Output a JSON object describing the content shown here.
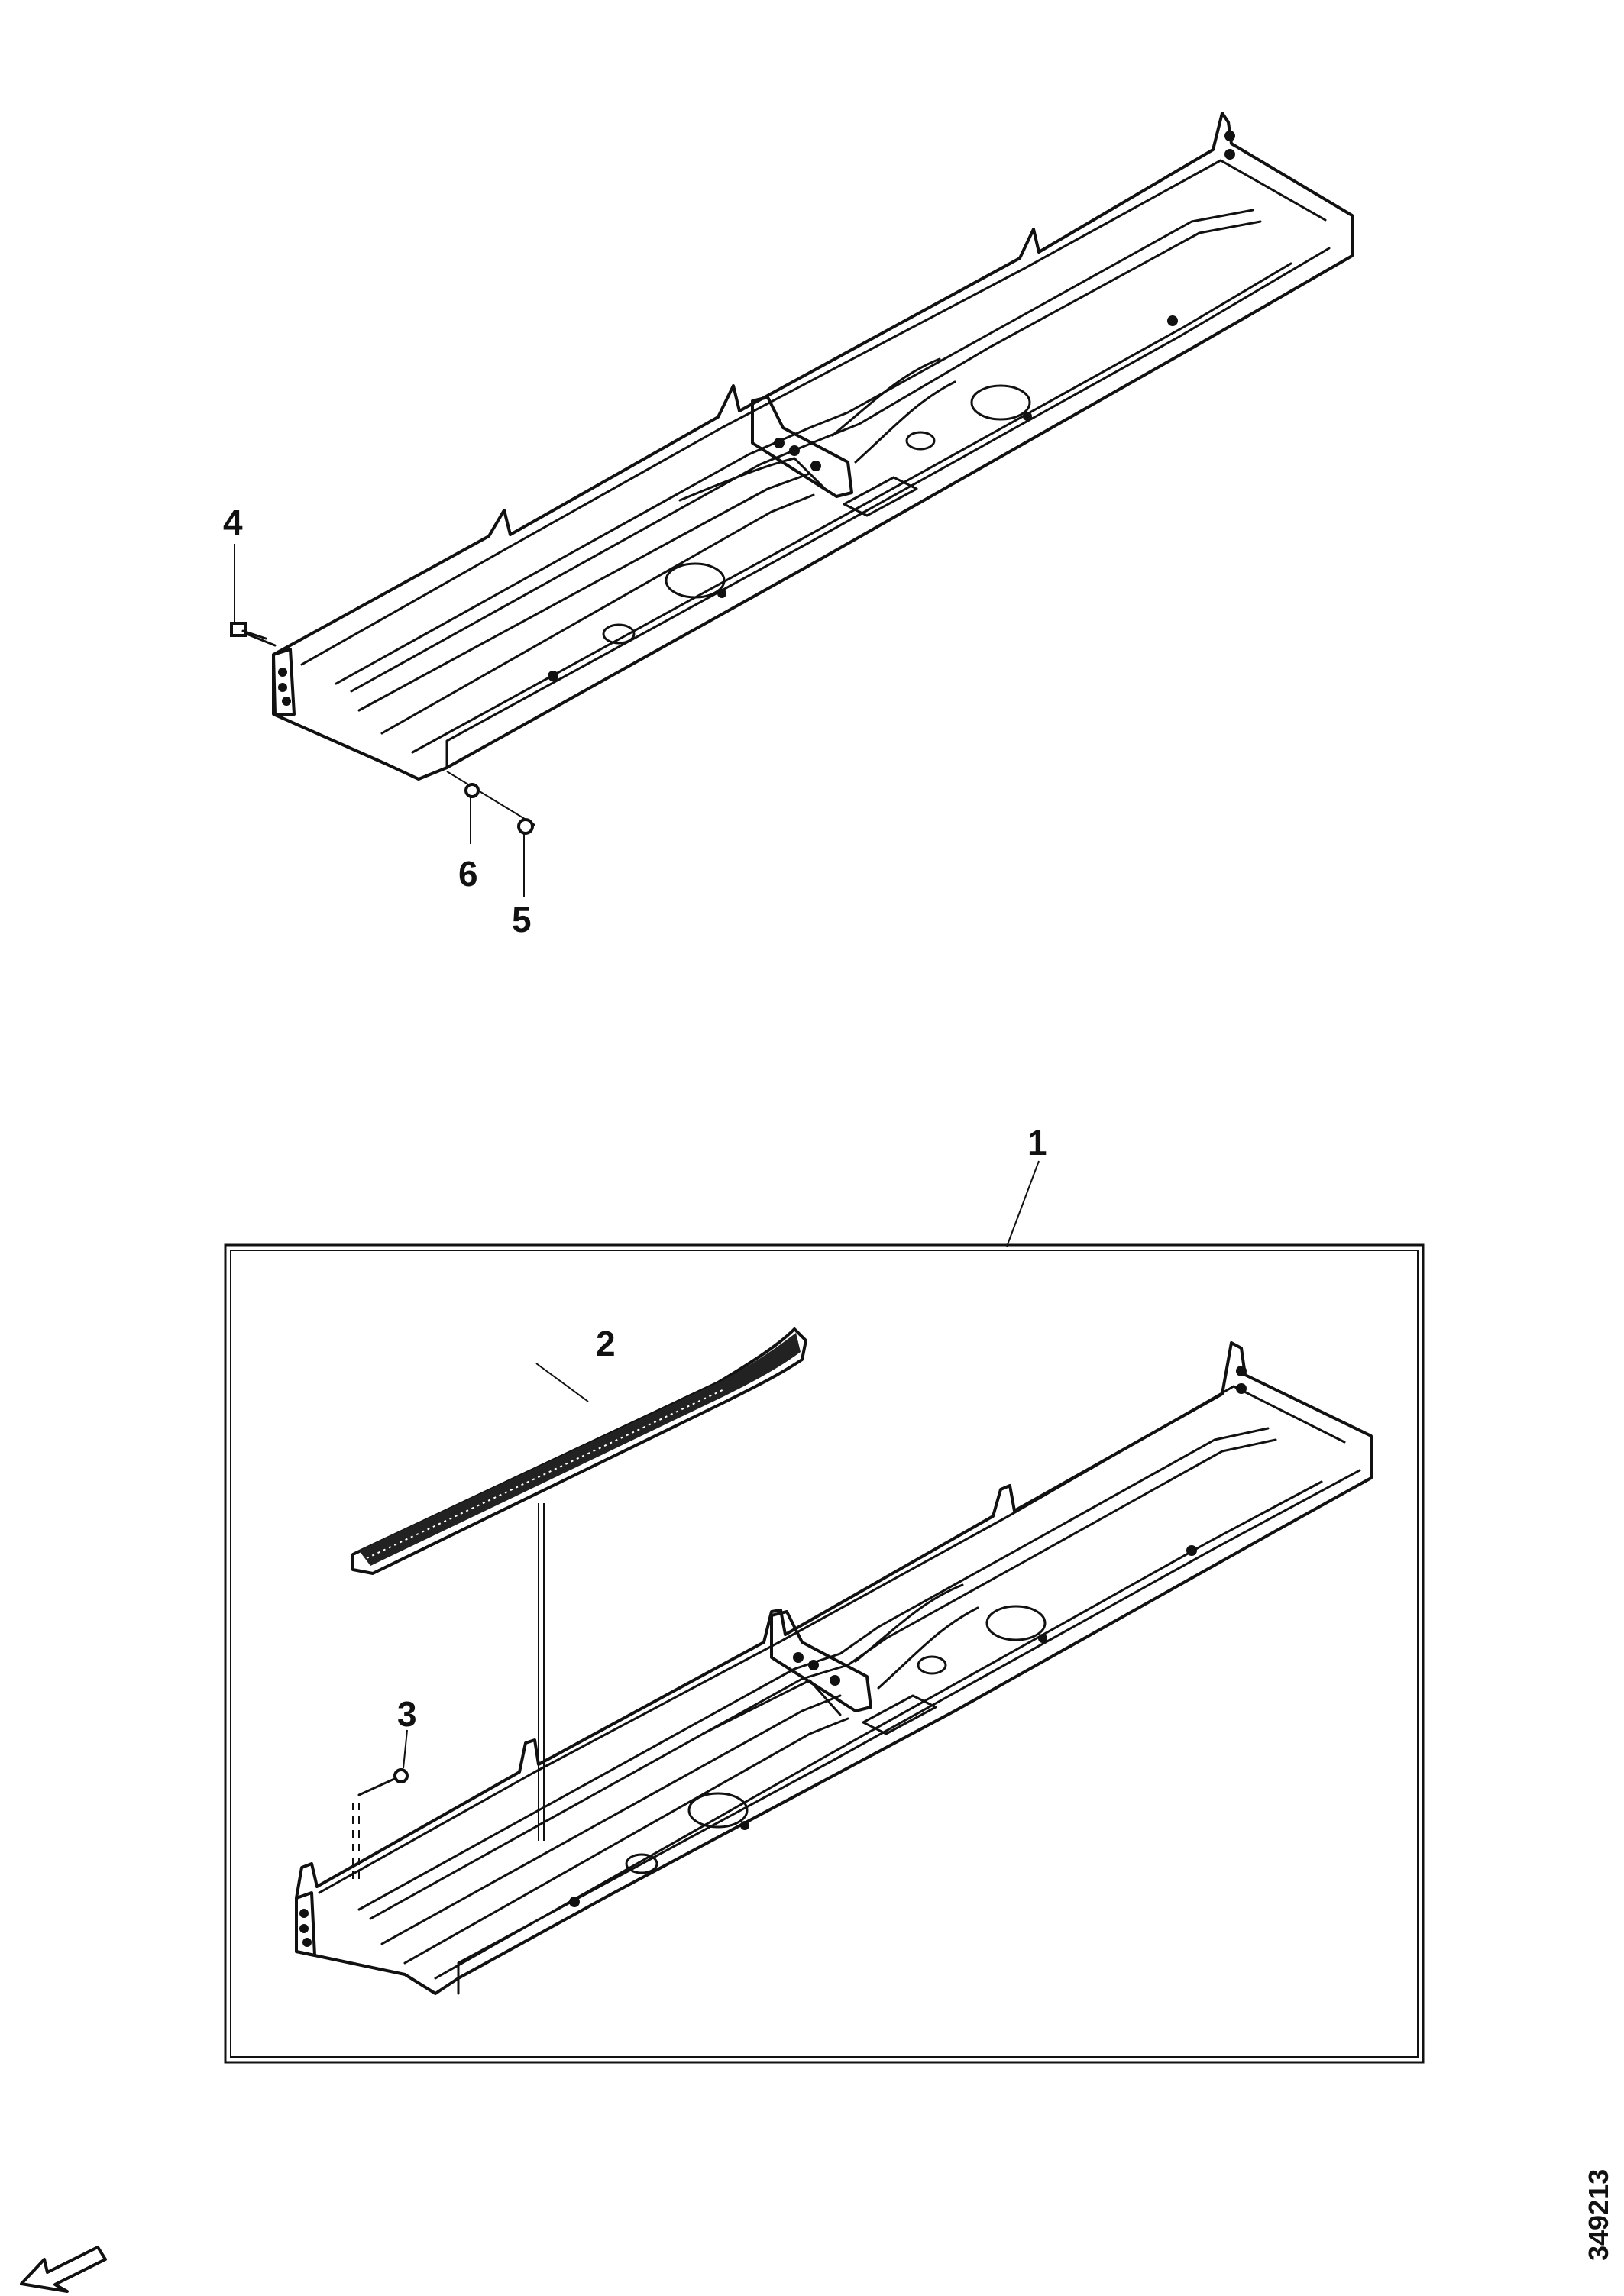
{
  "callouts": {
    "item1": "1",
    "item2": "2",
    "item3": "3",
    "item4": "4",
    "item5": "5",
    "item6": "6"
  },
  "reference_number": "349213",
  "icons": {
    "orientation_arrow": "arrow-down-left-icon"
  }
}
